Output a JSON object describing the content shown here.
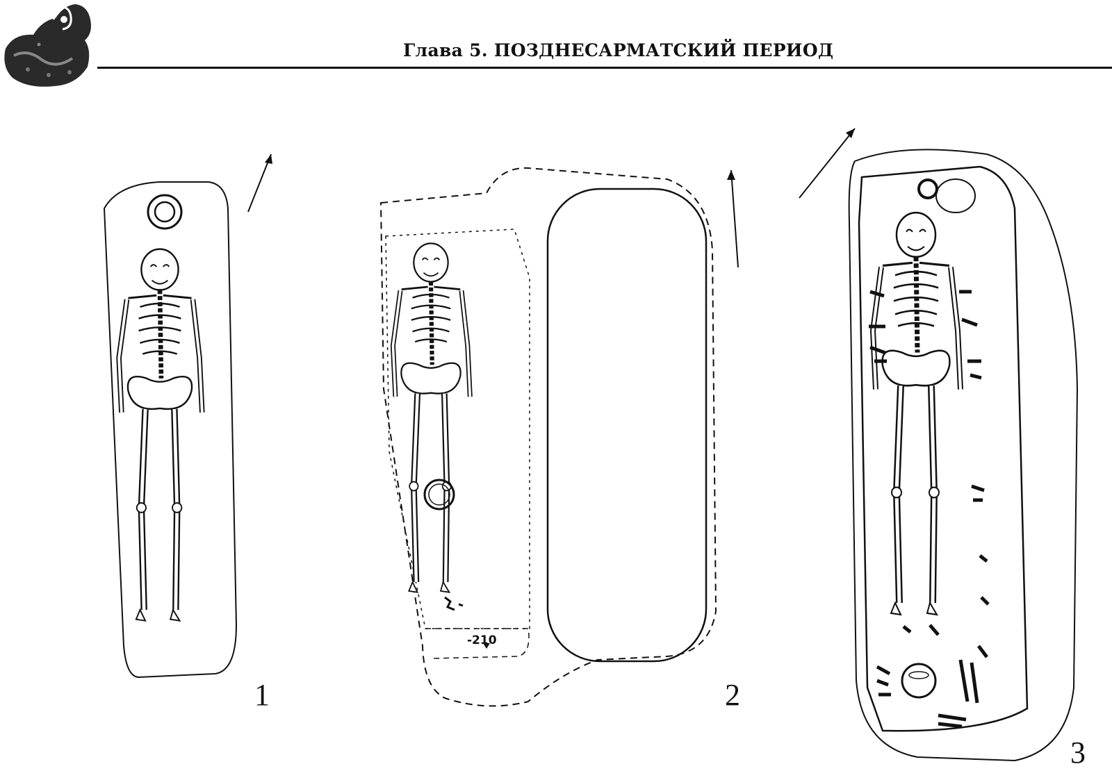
{
  "header": {
    "chapter_title": "Глава 5. ПОЗДНЕСАРМАТСКИЙ ПЕРИОД",
    "logo_icon": "ram-figurine-icon"
  },
  "figures": [
    {
      "number": "1"
    },
    {
      "number": "2",
      "depth_mark": "-210"
    },
    {
      "number": "3"
    }
  ]
}
